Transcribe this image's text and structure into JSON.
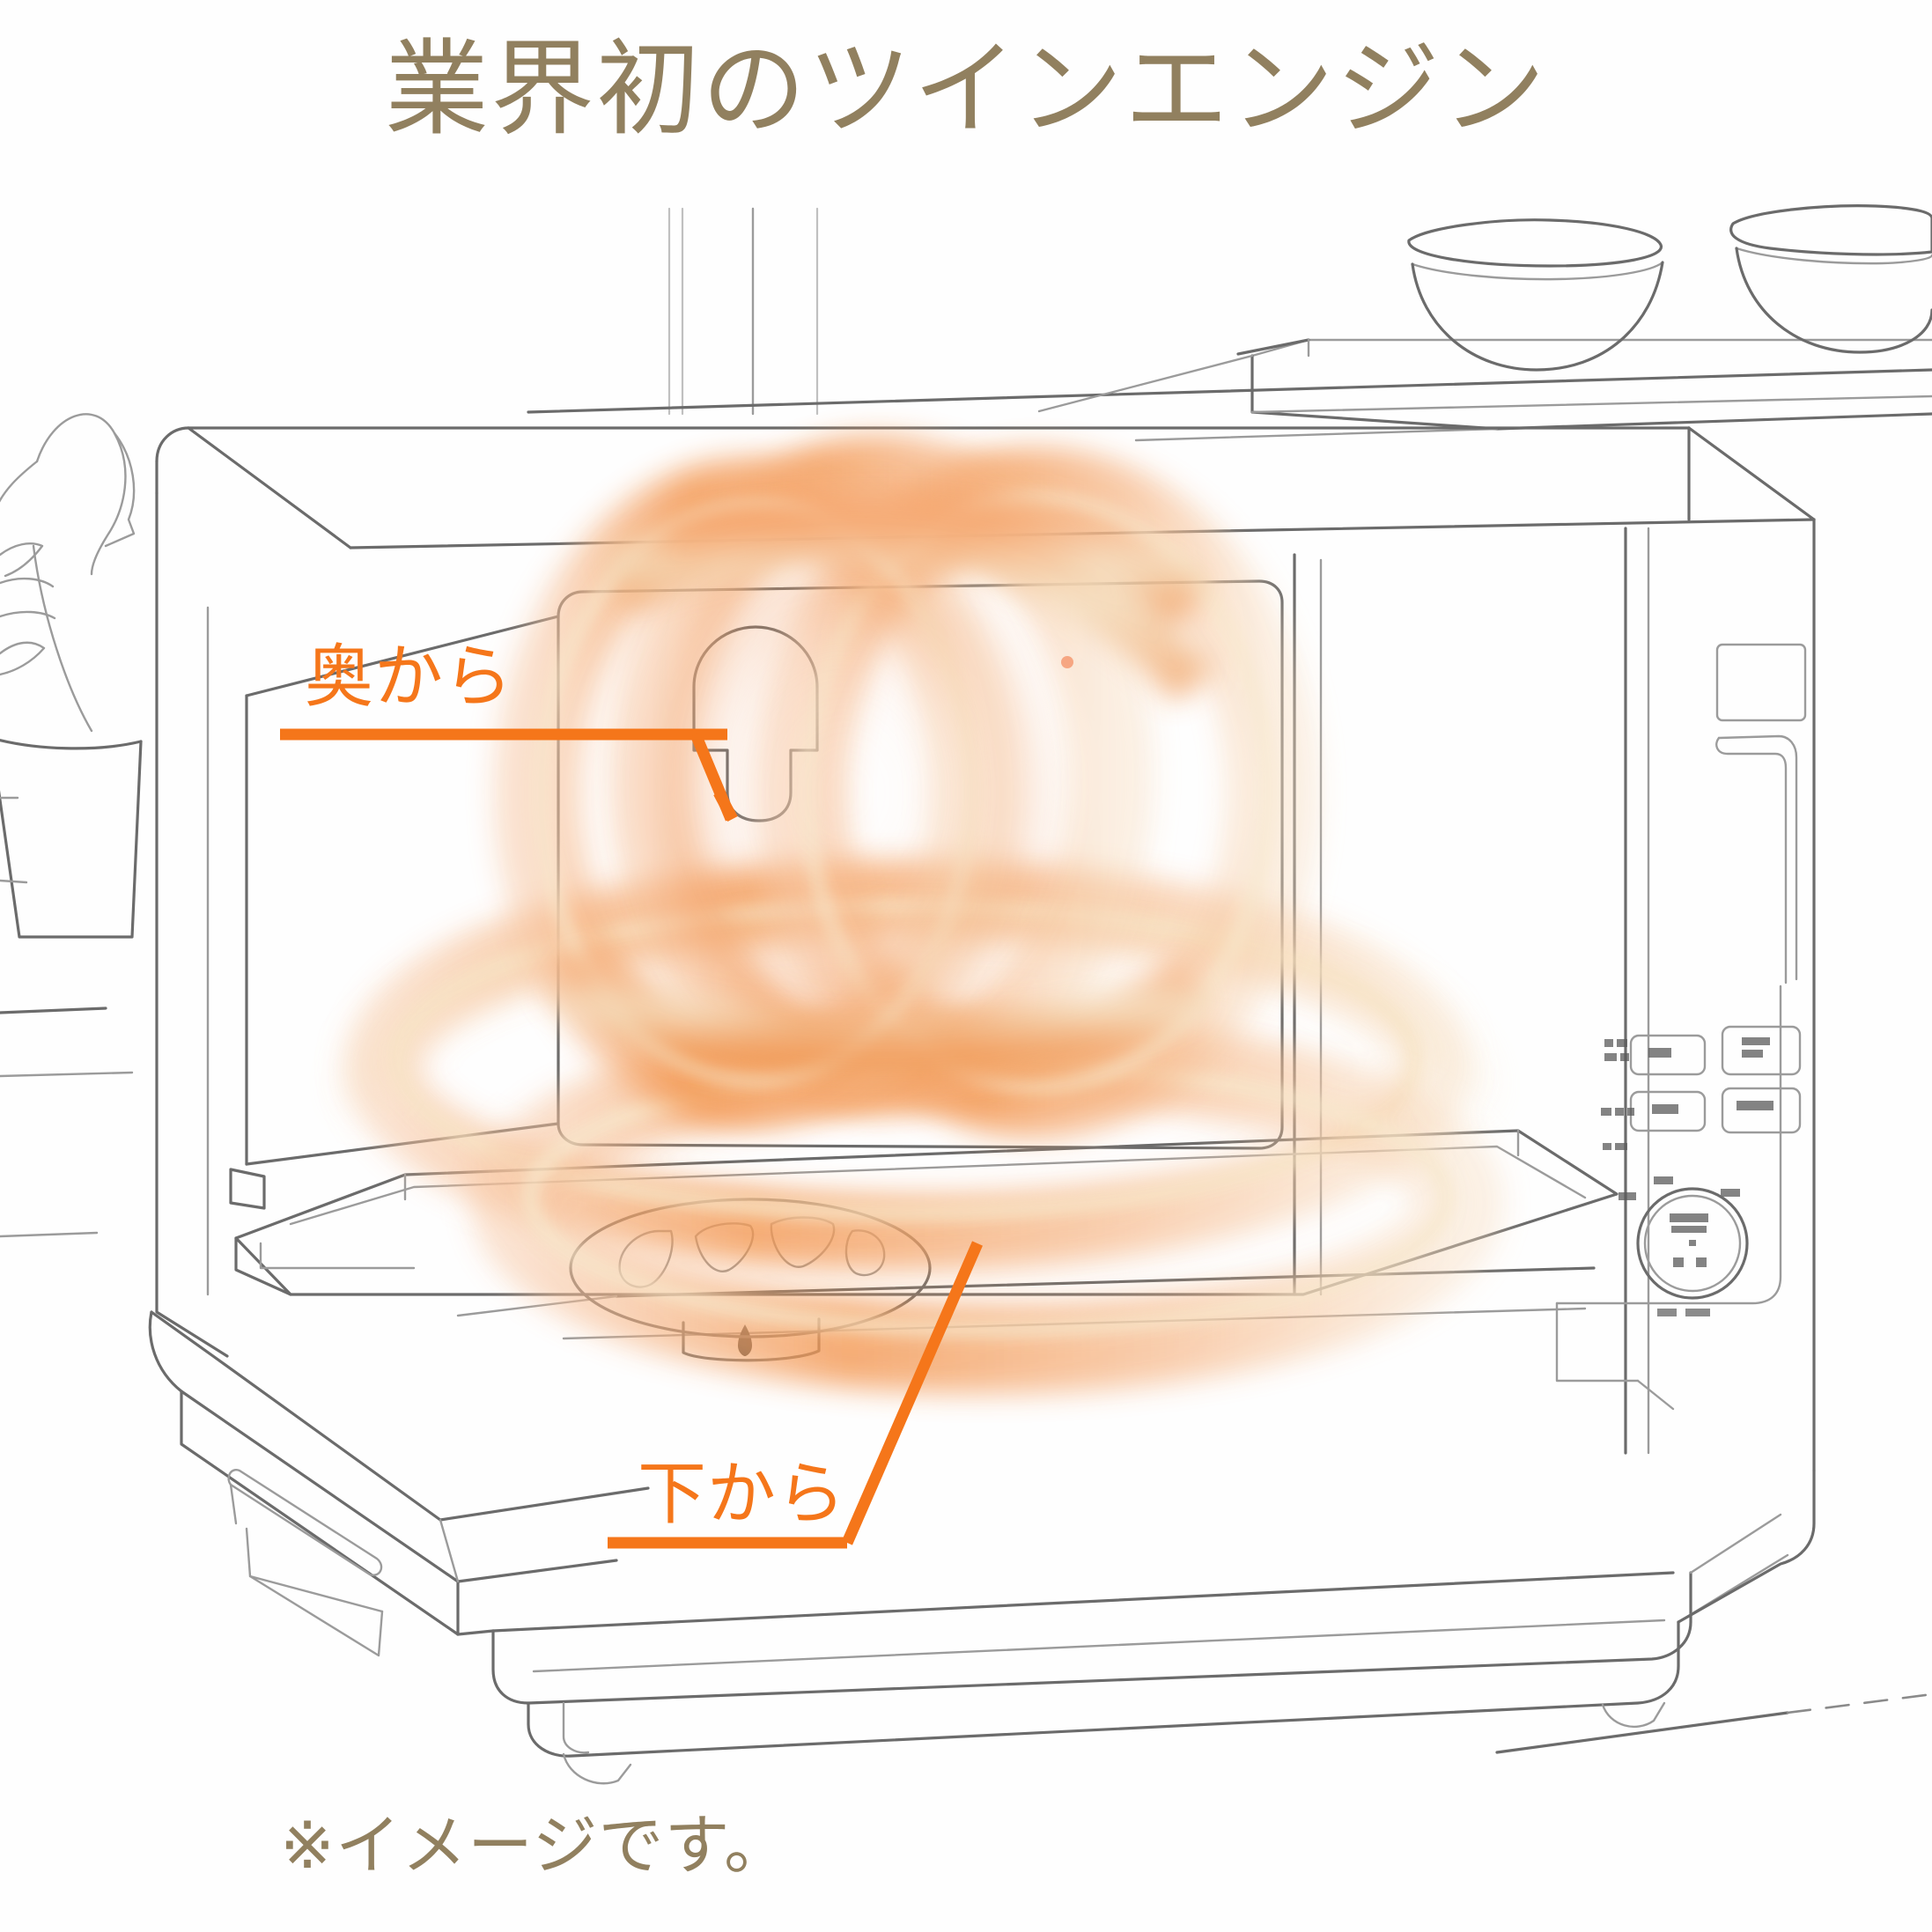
{
  "page": {
    "background_color": "#ffffff",
    "title": "業界初のツインエンジン",
    "title_color": "#91805f",
    "caption": "※イメージです。",
    "caption_color": "#91805f"
  },
  "annotations": [
    {
      "id": "rear",
      "label": "奥から",
      "color": "#f5761a",
      "points_to": "rear-fan-outlet",
      "meaning": "airflow from the back"
    },
    {
      "id": "bottom",
      "label": "下から",
      "color": "#f5761a",
      "points_to": "bottom-vent",
      "meaning": "airflow from below"
    }
  ],
  "illustration": {
    "subject": "microwave-steam-oven",
    "style": "line-drawing",
    "line_color": "#6b6b6b",
    "airflow_color": "#f4a06a",
    "airflow_highlight": "#f6e7c8",
    "parts": [
      "oven-cabinet",
      "oven-door-open",
      "oven-interior",
      "rear-fan-outlet",
      "bottom-vent",
      "turntable-tray",
      "control-panel",
      "display-window",
      "door-handle",
      "control-dial",
      "plant",
      "bowls",
      "countertop",
      "wall-cabinets"
    ]
  },
  "control_panel": {
    "note": "panel text is illustrative / unreadable in source",
    "buttons": [
      "",
      "",
      "",
      ""
    ],
    "side_labels": [
      "",
      "",
      ""
    ],
    "dial_label": ""
  },
  "colors": {
    "orange_accent": "#f5761a",
    "airflow_fill": "#f4a06a",
    "airflow_soft": "#f8c7a2",
    "cream_highlight": "#f3e3c0",
    "line_gray": "#6b6b6b",
    "title_brown": "#91805f"
  }
}
